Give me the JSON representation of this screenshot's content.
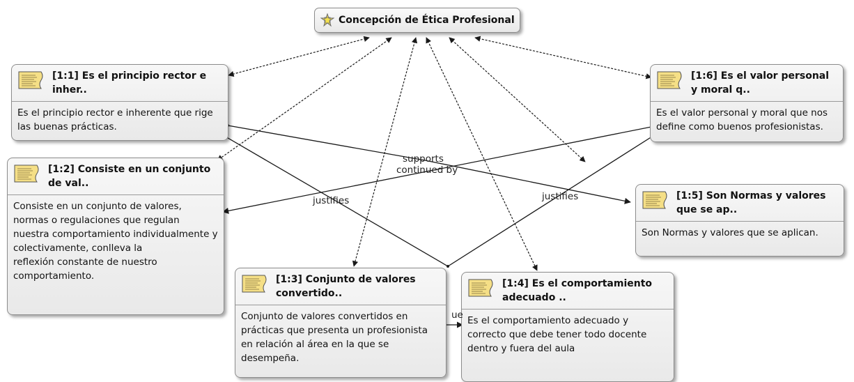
{
  "root": {
    "title": "Concepción de Ética Profesional",
    "icon": "code-family-icon"
  },
  "nodes": [
    {
      "id": "n11",
      "title": "[1:1] Es el principio rector e inher..",
      "body": "Es el principio rector e inherente que rige las buenas prácticas."
    },
    {
      "id": "n12",
      "title": "[1:2] Consiste en un conjunto de val..",
      "body": "Consiste en un conjunto de valores, normas o regulaciones que regulan nuestra comportamiento individualmente y colectivamente, conlleva la\nreflexión constante de nuestro comportamiento."
    },
    {
      "id": "n13",
      "title": "[1:3] Conjunto de valores convertido..",
      "body": "Conjunto de valores convertidos en prácticas que presenta un profesionista en relación al área en la que se desempeña."
    },
    {
      "id": "n14",
      "title": "[1:4] Es el comportamiento adecuado ..",
      "body": "Es el comportamiento adecuado y correcto que debe tener todo docente\ndentro y fuera del aula"
    },
    {
      "id": "n15",
      "title": "[1:5] Son Normas y valores que se ap..",
      "body": "Son Normas y valores que se aplican."
    },
    {
      "id": "n16",
      "title": "[1:6] Es el valor personal y moral q..",
      "body": "Es el valor personal y moral que nos define como buenos profesionistas."
    }
  ],
  "link_labels": {
    "continued_by": "continued by",
    "supports": "supports",
    "justifies_left": "justifies",
    "justifies_right": "justifies",
    "continued_partial": "ue"
  },
  "colors": {
    "line": "#1a1a1a",
    "node_border": "#8c8c8c"
  }
}
